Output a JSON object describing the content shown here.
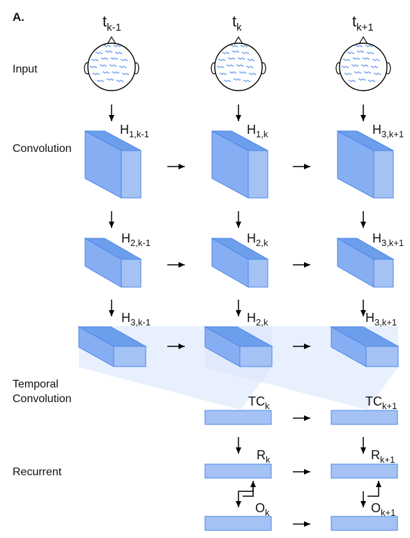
{
  "panel_label": "A.",
  "timesteps": [
    {
      "base": "t",
      "sub": "k-1"
    },
    {
      "base": "t",
      "sub": "k"
    },
    {
      "base": "t",
      "sub": "k+1"
    }
  ],
  "row_labels": {
    "input": "Input",
    "convolution": "Convolution",
    "temporal_line1": "Temporal",
    "temporal_line2": "Convolution",
    "recurrent": "Recurrent"
  },
  "conv1_labels": [
    {
      "base": "H",
      "sub": "1,k-1"
    },
    {
      "base": "H",
      "sub": "1,k"
    },
    {
      "base": "H",
      "sub": "3,k+1"
    }
  ],
  "conv2_labels": [
    {
      "base": "H",
      "sub": "2,k-1"
    },
    {
      "base": "H",
      "sub": "2,k"
    },
    {
      "base": "H",
      "sub": "3,k+1"
    }
  ],
  "conv3_labels": [
    {
      "base": "H",
      "sub": "3,k-1"
    },
    {
      "base": "H",
      "sub": "2,k"
    },
    {
      "base": "H",
      "sub": "3,k+1"
    }
  ],
  "tc_labels": [
    {
      "base": "TC",
      "sub": "k"
    },
    {
      "base": "TC",
      "sub": "k+1"
    }
  ],
  "r_labels": [
    {
      "base": "R",
      "sub": "k"
    },
    {
      "base": "R",
      "sub": "k+1"
    }
  ],
  "o_labels": [
    {
      "base": "O",
      "sub": "k"
    },
    {
      "base": "O",
      "sub": "k+1"
    }
  ],
  "colors": {
    "box_front": "#a4c2f4",
    "box_top": "#6d9eeb",
    "box_side": "#86aef2",
    "box_edge": "#4a86e8",
    "receptive_field": "#dbe6fb",
    "eeg_wave": "#4a86e8",
    "arrow": "#000000"
  }
}
